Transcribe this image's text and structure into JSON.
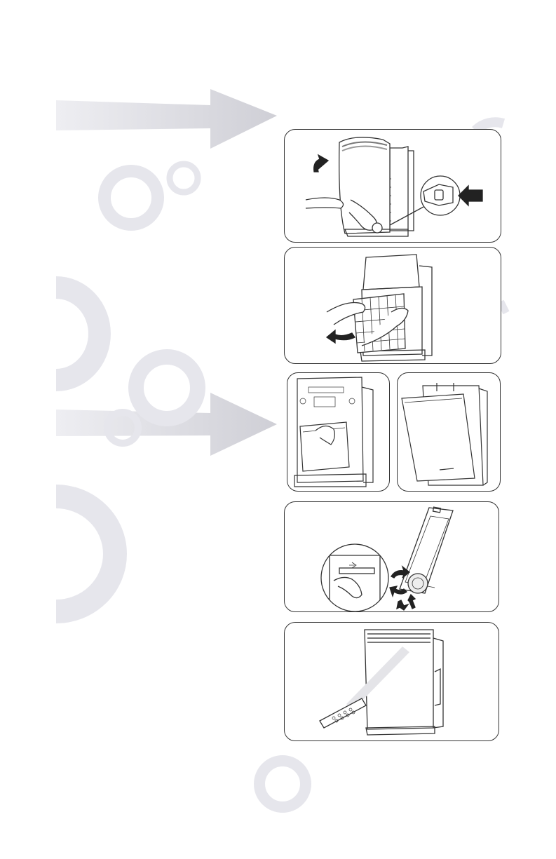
{
  "page": {
    "background_color": "#ffffff",
    "decoration_color": "#e6e6ec",
    "line_color": "#333333"
  },
  "steps": [
    {
      "id": 1,
      "illustration": "front-panel-removal",
      "icons": [
        "curved-arrow-up-icon",
        "push-arrow-icon",
        "hand-icon",
        "magnifier-inset-icon"
      ]
    },
    {
      "id": 2,
      "illustration": "filter-pull-out",
      "icons": [
        "curved-arrow-down-icon",
        "hand-icon"
      ]
    },
    {
      "id": 3,
      "illustration": "filter-replacement",
      "icons": [
        "filter-frame-icon"
      ]
    },
    {
      "id": 4,
      "illustration": "remote-battery-replacement",
      "icons": [
        "rotate-arrows-icon",
        "updown-arrows-icon",
        "coin-cell-battery-icon",
        "magnifier-inset-icon"
      ]
    },
    {
      "id": 5,
      "illustration": "remote-control-operation",
      "icons": [
        "remote-control-icon",
        "signal-beam-icon"
      ]
    }
  ]
}
